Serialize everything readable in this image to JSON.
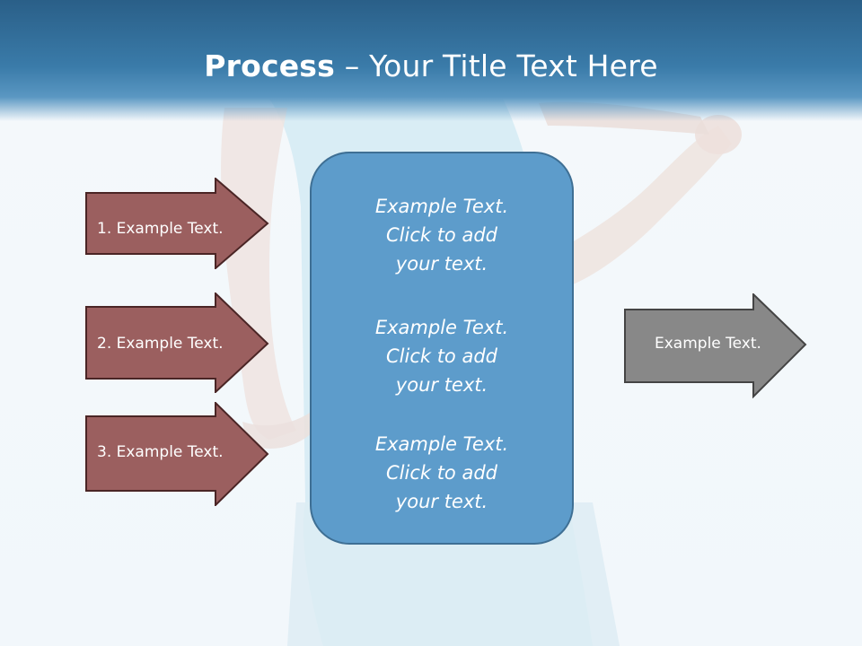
{
  "title": {
    "bold": "Process",
    "dash": " – ",
    "rest": "Your Title Text Here"
  },
  "left_arrows": [
    {
      "label": "1. Example Text."
    },
    {
      "label": "2. Example Text."
    },
    {
      "label": "3. Example Text."
    }
  ],
  "center_box": {
    "blocks": [
      {
        "line1": "Example Text.",
        "line2": "Click  to add",
        "line3": "your text."
      },
      {
        "line1": "Example Text.",
        "line2": "Click  to add",
        "line3": "your text."
      },
      {
        "line1": "Example Text.",
        "line2": "Click  to add",
        "line3": "your text."
      }
    ]
  },
  "right_arrow": {
    "label": "Example Text."
  },
  "colors": {
    "header": "#3a7ba9",
    "left_arrow_fill": "#9b5f5f",
    "center_box_fill": "#5d9ccb",
    "right_arrow_fill": "#888888"
  }
}
